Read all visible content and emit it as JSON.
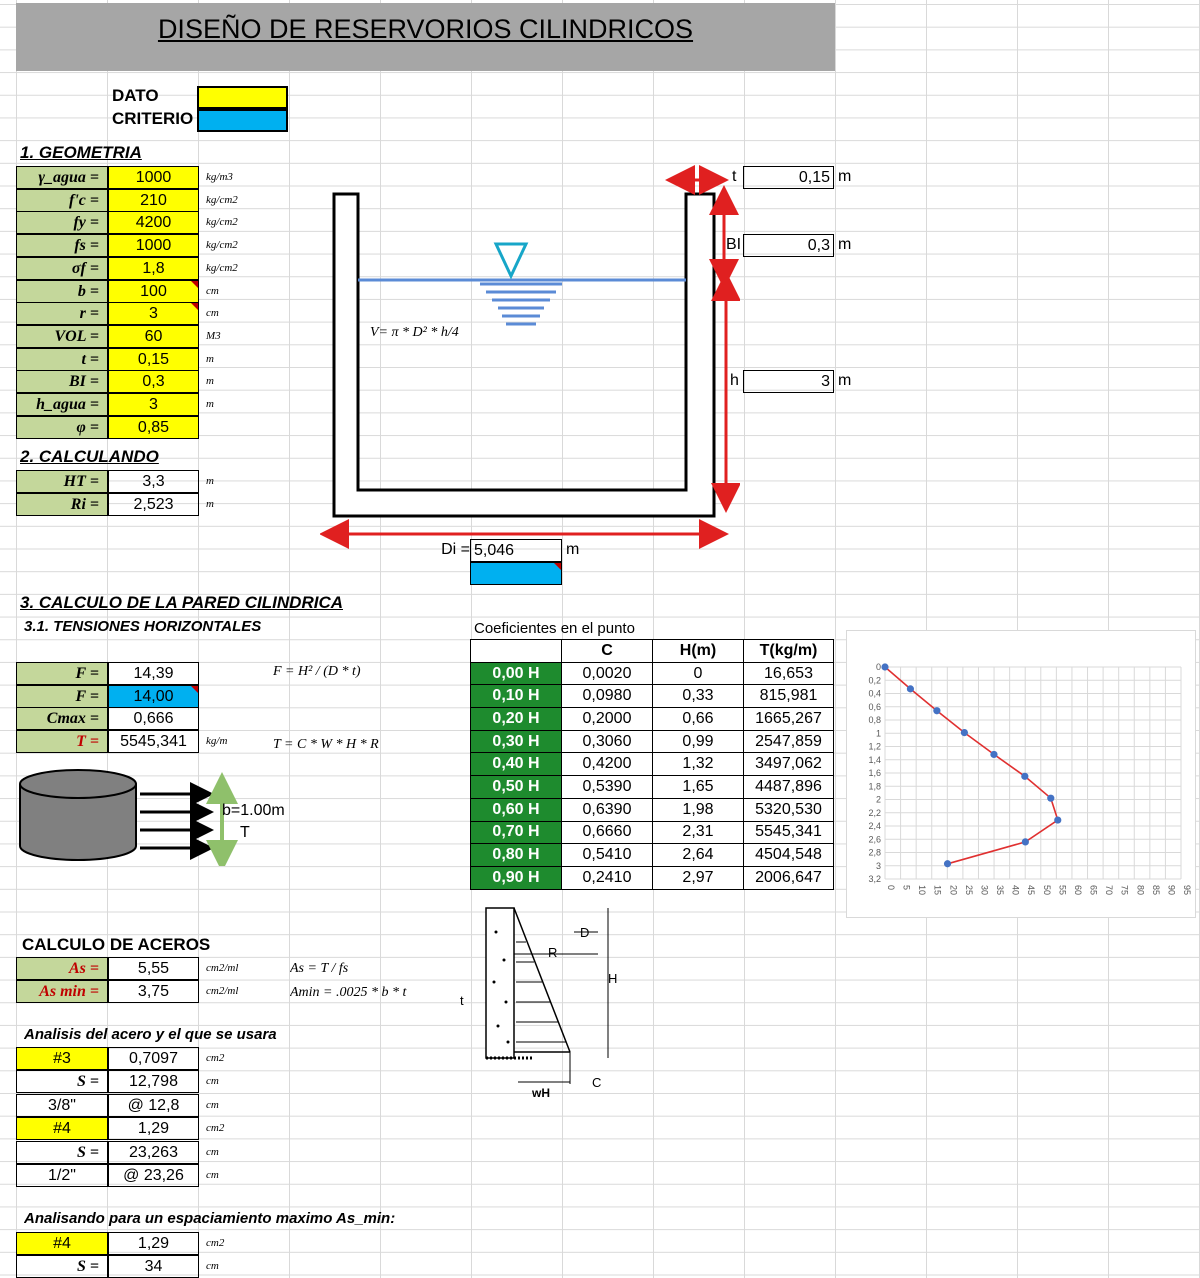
{
  "title": "DISEÑO DE RESERVORIOS CILINDRICOS",
  "legend": {
    "dato": "DATO",
    "criterio": "CRITERIO",
    "dato_color": "#ffff00",
    "criterio_color": "#00b0f0"
  },
  "sec1": {
    "title": "1. GEOMETRIA",
    "rows": [
      {
        "label": "γ_agua =",
        "value": "1000",
        "unit": "kg/m3"
      },
      {
        "label": "f'c =",
        "value": "210",
        "unit": "kg/cm2"
      },
      {
        "label": "fy =",
        "value": "4200",
        "unit": "kg/cm2"
      },
      {
        "label": "fs =",
        "value": "1000",
        "unit": "kg/cm2"
      },
      {
        "label": "σf =",
        "value": "1,8",
        "unit": "kg/cm2"
      },
      {
        "label": "b =",
        "value": "100",
        "unit": "cm"
      },
      {
        "label": "r =",
        "value": "3",
        "unit": "cm"
      },
      {
        "label": "VOL =",
        "value": "60",
        "unit": "M3"
      },
      {
        "label": "t =",
        "value": "0,15",
        "unit": "m"
      },
      {
        "label": "BI =",
        "value": "0,3",
        "unit": "m"
      },
      {
        "label": "h_agua =",
        "value": "3",
        "unit": "m"
      },
      {
        "label": "φ =",
        "value": "0,85",
        "unit": ""
      }
    ]
  },
  "sec2": {
    "title": "2. CALCULANDO",
    "rows": [
      {
        "label": "HT =",
        "value": "3,3",
        "unit": "m"
      },
      {
        "label": "Ri =",
        "value": "2,523",
        "unit": "m"
      }
    ]
  },
  "diagram": {
    "t_label": "t",
    "t_value": "0,15",
    "t_unit": "m",
    "bl_label": "BI",
    "bl_value": "0,3",
    "bl_unit": "m",
    "h_label": "h",
    "h_value": "3",
    "h_unit": "m",
    "di_label": "Di =",
    "di_value": "5,046",
    "di_unit": "m",
    "formula": "V= π * D² * h/4"
  },
  "sec3": {
    "title": "3. CALCULO DE LA PARED CILINDRICA",
    "subtitle": "3.1. TENSIONES HORIZONTALES",
    "rows": [
      {
        "label": "F =",
        "value": "14,39",
        "unit": ""
      },
      {
        "label": "F =",
        "value": "14,00",
        "unit": ""
      },
      {
        "label": "Cmax =",
        "value": "0,666",
        "unit": ""
      },
      {
        "label": "T =",
        "value": "5545,341",
        "unit": "kg/m"
      }
    ],
    "formula_f": "F = H² / (D * t)",
    "formula_t": "T = C * W * H * R",
    "tank_label_b": "b=1.00m",
    "tank_label_t": "T"
  },
  "coef": {
    "caption": "Coeficientes en el punto",
    "headers": [
      "",
      "C",
      "H(m)",
      "T(kg/m)"
    ],
    "rows": [
      [
        "0,00 H",
        "0,0020",
        "0",
        "16,653"
      ],
      [
        "0,10 H",
        "0,0980",
        "0,33",
        "815,981"
      ],
      [
        "0,20 H",
        "0,2000",
        "0,66",
        "1665,267"
      ],
      [
        "0,30 H",
        "0,3060",
        "0,99",
        "2547,859"
      ],
      [
        "0,40 H",
        "0,4200",
        "1,32",
        "3497,062"
      ],
      [
        "0,50 H",
        "0,5390",
        "1,65",
        "4487,896"
      ],
      [
        "0,60 H",
        "0,6390",
        "1,98",
        "5320,530"
      ],
      [
        "0,70 H",
        "0,6660",
        "2,31",
        "5545,341"
      ],
      [
        "0,80 H",
        "0,5410",
        "2,64",
        "4504,548"
      ],
      [
        "0,90 H",
        "0,2410",
        "2,97",
        "2006,647"
      ]
    ]
  },
  "chart_data": {
    "type": "line",
    "x": [
      0,
      8.16,
      16.65,
      25.48,
      34.97,
      44.88,
      53.21,
      55.45,
      45.05,
      20.07
    ],
    "y": [
      0,
      0.33,
      0.66,
      0.99,
      1.32,
      1.65,
      1.98,
      2.31,
      2.64,
      2.97
    ],
    "xlim": [
      0,
      95
    ],
    "ylim": [
      0,
      3.2
    ],
    "yreversed": true,
    "xticks": [
      "0",
      "5",
      "10",
      "15",
      "20",
      "25",
      "30",
      "35",
      "40",
      "45",
      "50",
      "55",
      "60",
      "65",
      "70",
      "75",
      "80",
      "85",
      "90",
      "95"
    ],
    "yticks": [
      "0",
      "0,2",
      "0,4",
      "0,6",
      "0,8",
      "1",
      "1,2",
      "1,4",
      "1,6",
      "1,8",
      "2",
      "2,2",
      "2,4",
      "2,6",
      "2,8",
      "3",
      "3,2"
    ],
    "grid": true,
    "line_color": "#e03030",
    "marker_color": "#4472c4"
  },
  "aceros": {
    "title": "CALCULO DE ACEROS",
    "rows": [
      {
        "label": "As =",
        "value": "5,55",
        "unit": "cm2/ml"
      },
      {
        "label": "As min =",
        "value": "3,75",
        "unit": "cm2/ml"
      }
    ],
    "formula_as": "As = T / fs",
    "formula_amin": "Amin = .0025 * b * t"
  },
  "wall_diagram": {
    "d": "D",
    "r": "R",
    "h": "H",
    "t": "t",
    "c": "C",
    "wh": "wH"
  },
  "analisis": {
    "title": "Analisis del acero y el que se usara",
    "rows": [
      {
        "label": "#3",
        "value": "0,7097",
        "unit": "cm2",
        "type": "bar"
      },
      {
        "label": "S =",
        "value": "12,798",
        "unit": "cm",
        "type": "s"
      },
      {
        "label": "3/8\"",
        "value": "@ 12,8",
        "unit": "cm",
        "type": "d"
      },
      {
        "label": "#4",
        "value": "1,29",
        "unit": "cm2",
        "type": "bar"
      },
      {
        "label": "S =",
        "value": "23,263",
        "unit": "cm",
        "type": "s"
      },
      {
        "label": "1/2\"",
        "value": "@ 23,26",
        "unit": "cm",
        "type": "d"
      }
    ]
  },
  "espaciamiento": {
    "title": "Analisando para un espaciamiento maximo  As_min:",
    "rows": [
      {
        "label": "#4",
        "value": "1,29",
        "unit": "cm2",
        "type": "bar"
      },
      {
        "label": "S =",
        "value": "34",
        "unit": "cm",
        "type": "s"
      }
    ]
  }
}
